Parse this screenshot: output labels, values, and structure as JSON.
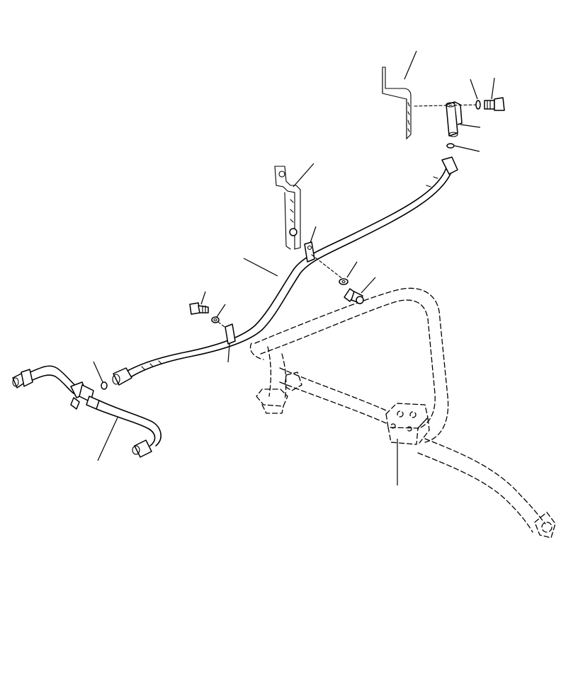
{
  "figure": {
    "background": "#ffffff",
    "line_color": "#000000",
    "callouts": [
      "bracket-upper-right",
      "washer-upper",
      "bolt-upper",
      "pipe-adapter-block",
      "o-ring-upper",
      "bracket-middle",
      "clamp-middle",
      "hose-main",
      "washer-middle",
      "bolt-middle",
      "bolt-left",
      "washer-left",
      "clamp-left",
      "o-ring-left",
      "tube-assembly-left",
      "valve-block"
    ]
  }
}
